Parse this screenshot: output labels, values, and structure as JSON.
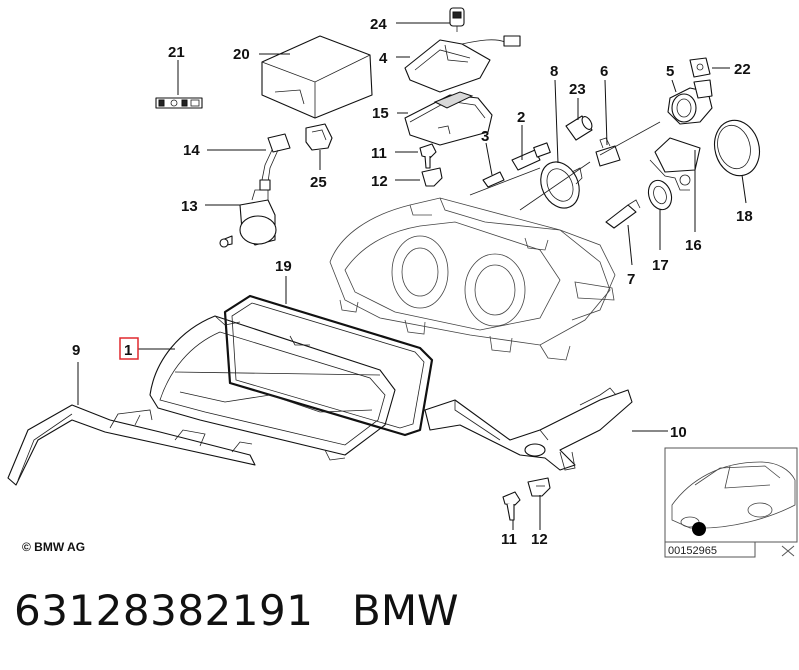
{
  "labels": {
    "l1": "1",
    "l2": "2",
    "l3": "3",
    "l4": "4",
    "l5": "5",
    "l6": "6",
    "l7": "7",
    "l8": "8",
    "l9": "9",
    "l10": "10",
    "l11a": "11",
    "l11b": "11",
    "l12a": "12",
    "l12b": "12",
    "l13": "13",
    "l14": "14",
    "l15": "15",
    "l16": "16",
    "l17": "17",
    "l18": "18",
    "l19": "19",
    "l20": "20",
    "l21": "21",
    "l22": "22",
    "l23": "23",
    "l24": "24",
    "l25": "25"
  },
  "inset": {
    "ref_number": "00152965"
  },
  "footer": {
    "copyright": "© BMW AG",
    "part_number": "63128382191",
    "brand": "BMW"
  },
  "colors": {
    "highlight_box": "#e0282e"
  }
}
